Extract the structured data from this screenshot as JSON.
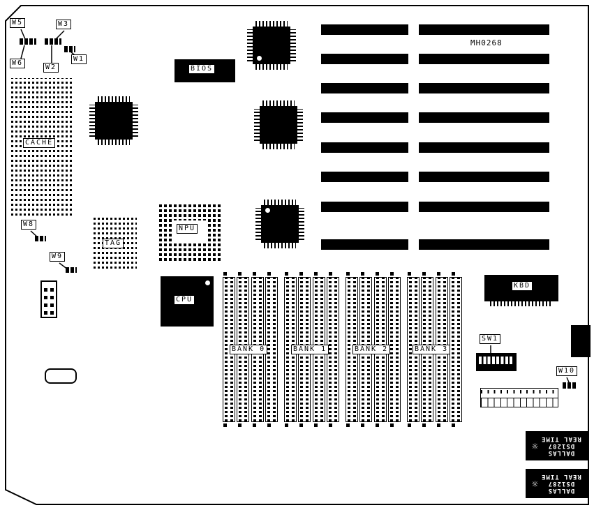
{
  "board": {
    "part_number": "MH0268"
  },
  "labels": {
    "w1": "W1",
    "w2": "W2",
    "w3": "W3",
    "w5": "W5",
    "w6": "W6",
    "w8": "W8",
    "w9": "W9",
    "w10": "W10",
    "cache": "CACHE",
    "bios": "BIOS",
    "tag": "TAG",
    "npu": "NPU",
    "cpu": "CPU",
    "kbd": "KBD",
    "sw1": "SW1",
    "banks": [
      "BANK 0",
      "BANK 1",
      "BANK 2",
      "BANK 3"
    ]
  },
  "rtc_chip": {
    "brand": "DALLAS",
    "model": "DS1287",
    "type": "REAL TIME",
    "logo": "☼"
  }
}
